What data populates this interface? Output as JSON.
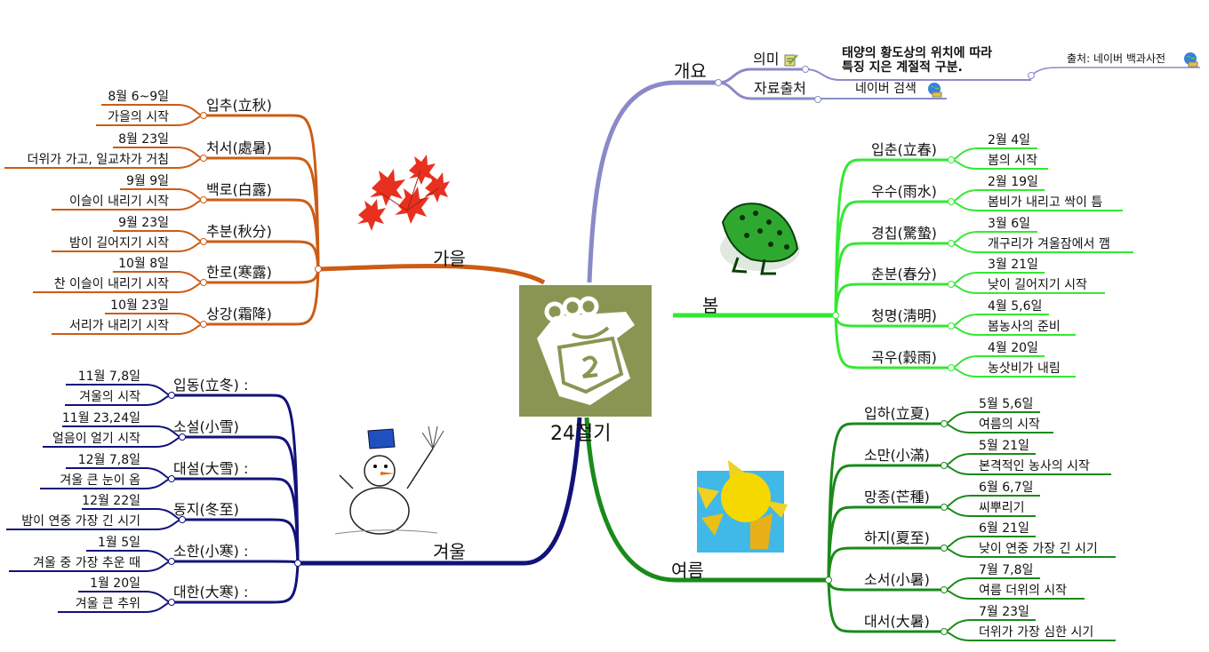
{
  "center": {
    "title": "24절기"
  },
  "overview": {
    "label": "개요",
    "meaning_label": "의미",
    "meaning_text_1": "태양의 황도상의 위치에 따라",
    "meaning_text_2": "특징 지은 계절적 구분.",
    "meaning_source": "출처: 네이버 백과사전",
    "source_label": "자료출처",
    "source_value": "네이버 검색"
  },
  "autumn": {
    "label": "가을",
    "color": "#cc5c14",
    "terms": [
      {
        "name": "입추(立秋)",
        "date": "8월 6~9일",
        "desc": "가을의 시작"
      },
      {
        "name": "처서(處暑)",
        "date": "8월 23일",
        "desc": "더위가 가고, 일교차가 거침"
      },
      {
        "name": "백로(白露)",
        "date": "9월 9일",
        "desc": "이슬이 내리기 시작"
      },
      {
        "name": "추분(秋分)",
        "date": "9월 23일",
        "desc": "밤이 길어지기 시작"
      },
      {
        "name": "한로(寒露)",
        "date": "10월 8일",
        "desc": "찬 이슬이 내리기 시작"
      },
      {
        "name": "상강(霜降)",
        "date": "10월 23일",
        "desc": "서리가 내리기 시작"
      }
    ]
  },
  "winter": {
    "label": "겨울",
    "color": "#12127a",
    "terms": [
      {
        "name": "입동(立冬) :",
        "date": "11월 7,8일",
        "desc": "겨울의 시작"
      },
      {
        "name": "소설(小雪)",
        "date": "11월 23,24일",
        "desc": "얼음이 얼기 시작"
      },
      {
        "name": "대설(大雪) :",
        "date": "12월 7,8일",
        "desc": "겨울 큰 눈이 옴"
      },
      {
        "name": "동지(冬至)",
        "date": "12월 22일",
        "desc": "밤이 연중 가장 긴 시기"
      },
      {
        "name": "소한(小寒) :",
        "date": "1월 5일",
        "desc": "겨울 중 가장 추운 때"
      },
      {
        "name": "대한(大寒) :",
        "date": "1월 20일",
        "desc": "겨울 큰 추위"
      }
    ]
  },
  "spring": {
    "label": "봄",
    "color": "#33e833",
    "terms": [
      {
        "name": "입춘(立春)",
        "date": "2월 4일",
        "desc": "봄의 시작"
      },
      {
        "name": "우수(雨水)",
        "date": "2월 19일",
        "desc": "봄비가 내리고 싹이 틈"
      },
      {
        "name": "경칩(驚蟄)",
        "date": "3월 6일",
        "desc": "개구리가 겨울잠에서 깸"
      },
      {
        "name": "춘분(春分)",
        "date": "3월 21일",
        "desc": "낮이 길어지기 시작"
      },
      {
        "name": "청명(淸明)",
        "date": "4월 5,6일",
        "desc": "봄농사의 준비"
      },
      {
        "name": "곡우(穀雨)",
        "date": "4월 20일",
        "desc": "농삿비가 내림"
      }
    ]
  },
  "summer": {
    "label": "여름",
    "color": "#1a8a1a",
    "terms": [
      {
        "name": "입하(立夏)",
        "date": "5월 5,6일",
        "desc": "여름의 시작"
      },
      {
        "name": "소만(小滿)",
        "date": "5월 21일",
        "desc": "본격적인 농사의 시작"
      },
      {
        "name": "망종(芒種)",
        "date": "6월 6,7일",
        "desc": "씨뿌리기"
      },
      {
        "name": "하지(夏至)",
        "date": "6월 21일",
        "desc": "낮이 연중 가장 긴 시기"
      },
      {
        "name": "소서(小暑)",
        "date": "7월 7,8일",
        "desc": "여름 더위의 시작"
      },
      {
        "name": "대서(大暑)",
        "date": "7월 23일",
        "desc": "더위가 가장 심한 시기"
      }
    ]
  },
  "overview_color": "#8a8ac8",
  "icons": [
    "calendar-icon",
    "memo-icon",
    "globe-icon",
    "maple-leaf-icon",
    "frog-icon",
    "snowman-icon",
    "sun-icon"
  ]
}
